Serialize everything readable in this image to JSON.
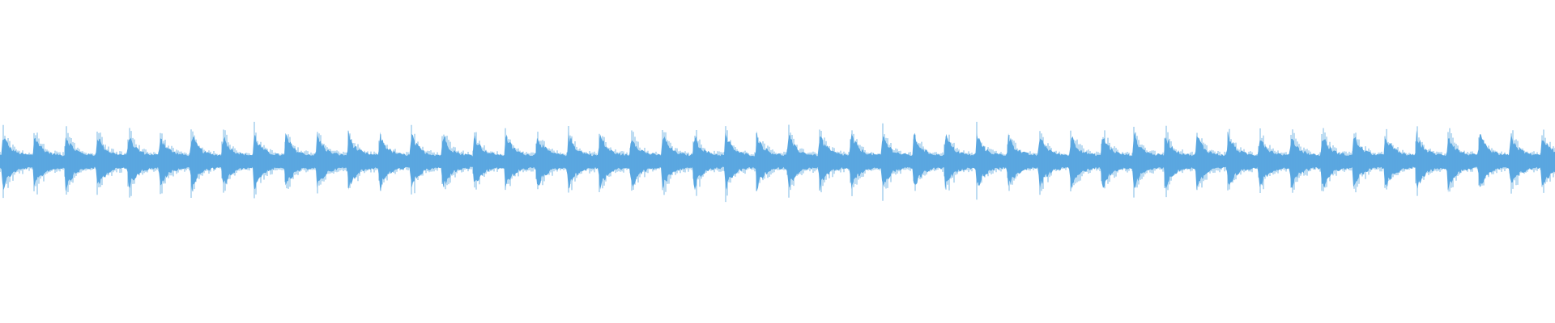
{
  "waveform": {
    "color": "#5aa7e0",
    "background": "#ffffff",
    "pulse_count": 50,
    "peak_amplitude": 0.45,
    "baseline_amplitude": 0.1
  }
}
